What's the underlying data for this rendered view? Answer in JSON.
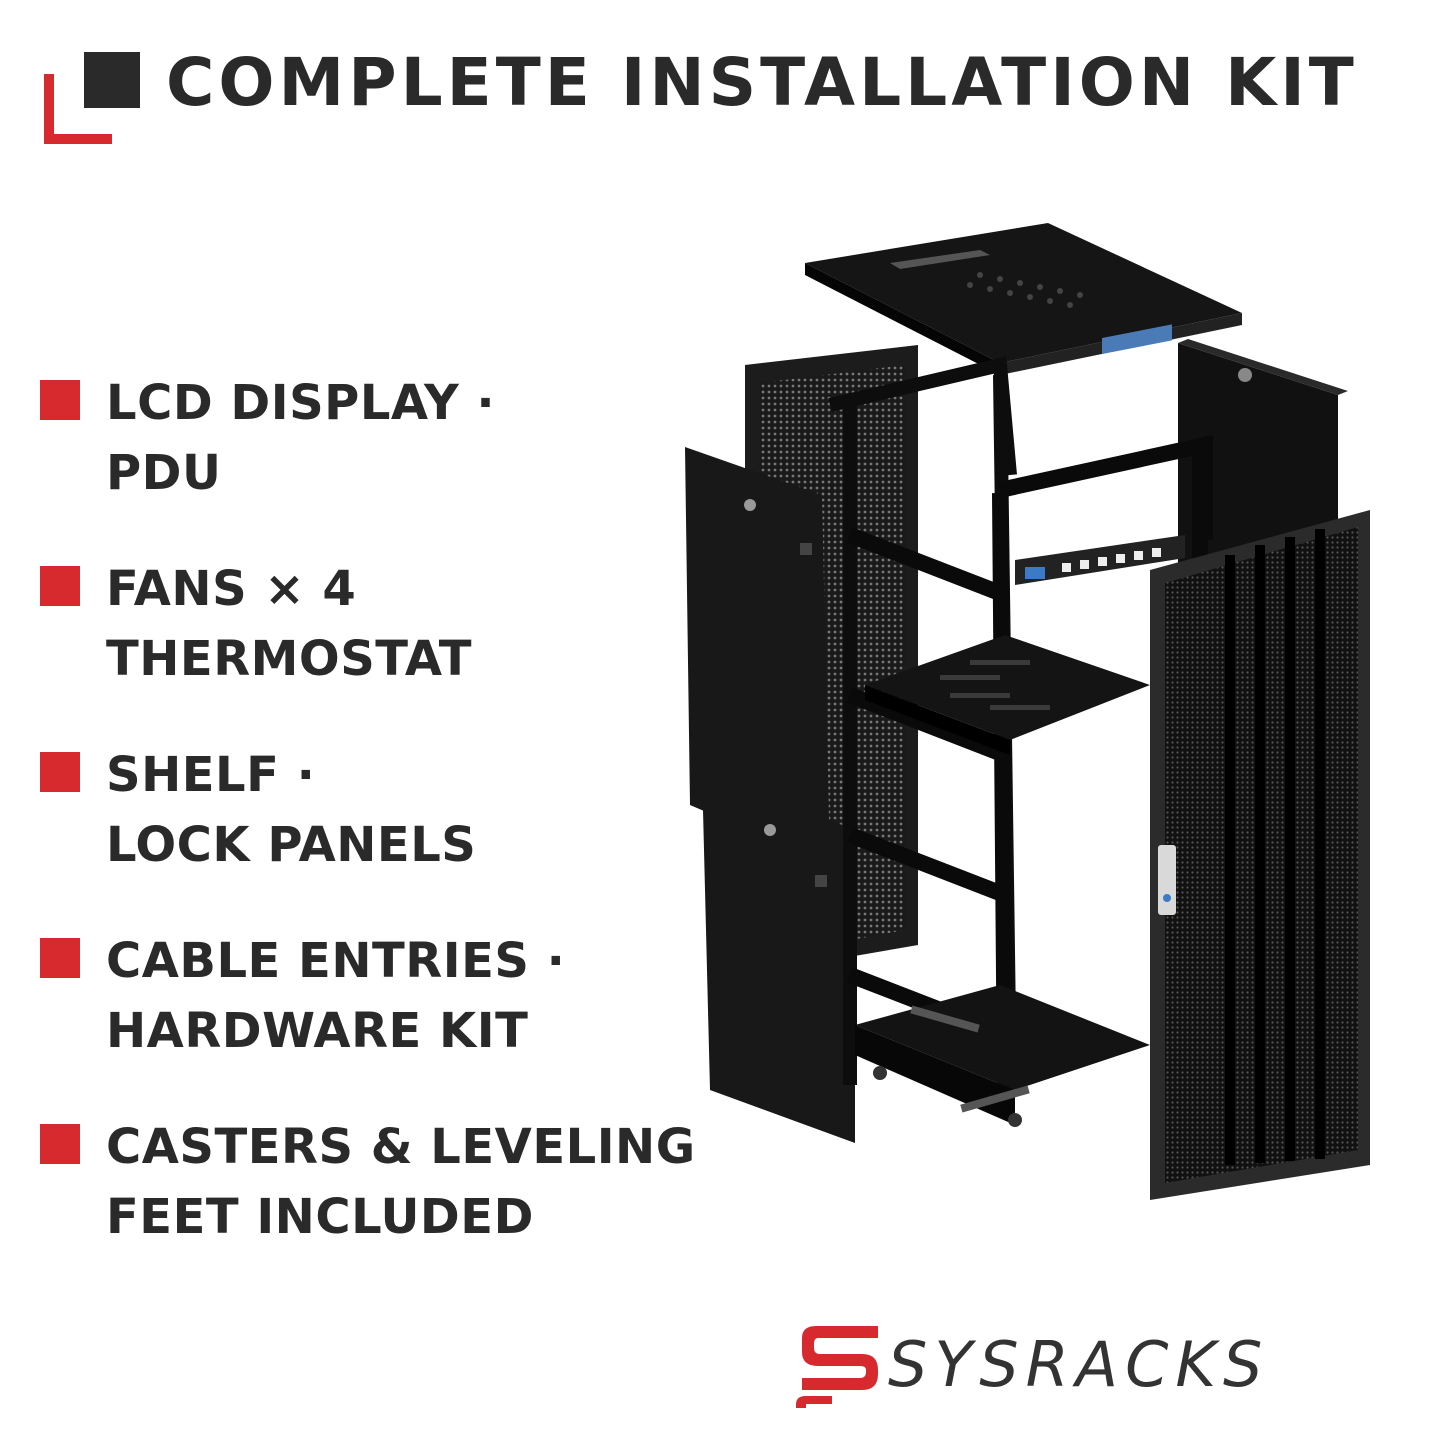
{
  "header": {
    "title": "COMPLETE INSTALLATION KIT",
    "accent_color": "#d62a2f",
    "dark_color": "#2a2a2a"
  },
  "features": [
    {
      "line1": "LCD DISPLAY ·",
      "line2": "PDU"
    },
    {
      "line1": "FANS × 4",
      "line2": "THERMOSTAT"
    },
    {
      "line1": "SHELF ·",
      "line2": "LOCK PANELS"
    },
    {
      "line1": "CABLE ENTRIES ·",
      "line2": "HARDWARE KIT"
    },
    {
      "line1": "CASTERS & LEVELING",
      "line2": "FEET INCLUDED"
    }
  ],
  "brand": {
    "name": "SYSRACKS",
    "logo_icon": "sysracks-logo-icon",
    "accent_color": "#d62a2f"
  },
  "illustration": {
    "subject": "server-rack-exploded-view"
  }
}
